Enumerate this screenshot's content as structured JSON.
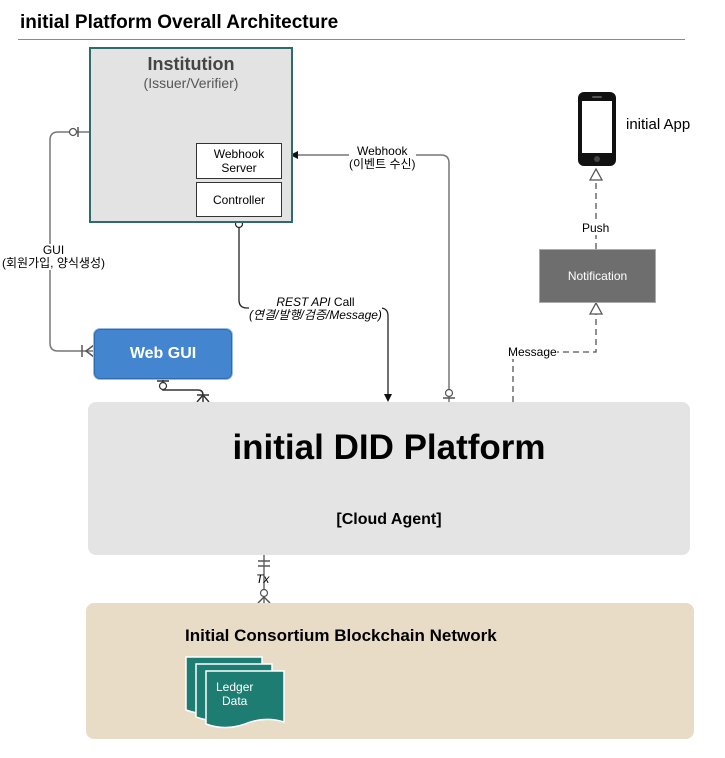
{
  "page": {
    "title": "initial Platform Overall Architecture"
  },
  "institution": {
    "title": "Institution",
    "subtitle": "(Issuer/Verifier)",
    "webhook_server": [
      "Webhook",
      "Server"
    ],
    "controller": "Controller"
  },
  "web_gui": {
    "label": "Web GUI"
  },
  "platform": {
    "title": "initial DID Platform",
    "subtitle": "[Cloud Agent]"
  },
  "blockchain": {
    "title": "Initial Consortium Blockchain Network",
    "ledger": [
      "Ledger",
      "Data"
    ]
  },
  "mobile": {
    "app_label": "initial App"
  },
  "notification": {
    "label": "Notification"
  },
  "edges": {
    "webhook": [
      "Webhook",
      "(이벤트 수신)"
    ],
    "rest_api": {
      "italic": "REST API",
      "plain": " Call",
      "detail": "(연결/발행/검증/Message)"
    },
    "gui": [
      "GUI",
      "(회원가입, 양식생성)"
    ],
    "push": "Push",
    "message": "Message",
    "tx": "Tx"
  },
  "colors": {
    "institution_border": "#2f6b68",
    "web_gui_fill": "#4485cf",
    "platform_fill": "#e4e4e4",
    "blockchain_fill": "#e8dcc7",
    "notification_fill": "#6e6e6e",
    "ledger_fill": "#1e7d72"
  }
}
